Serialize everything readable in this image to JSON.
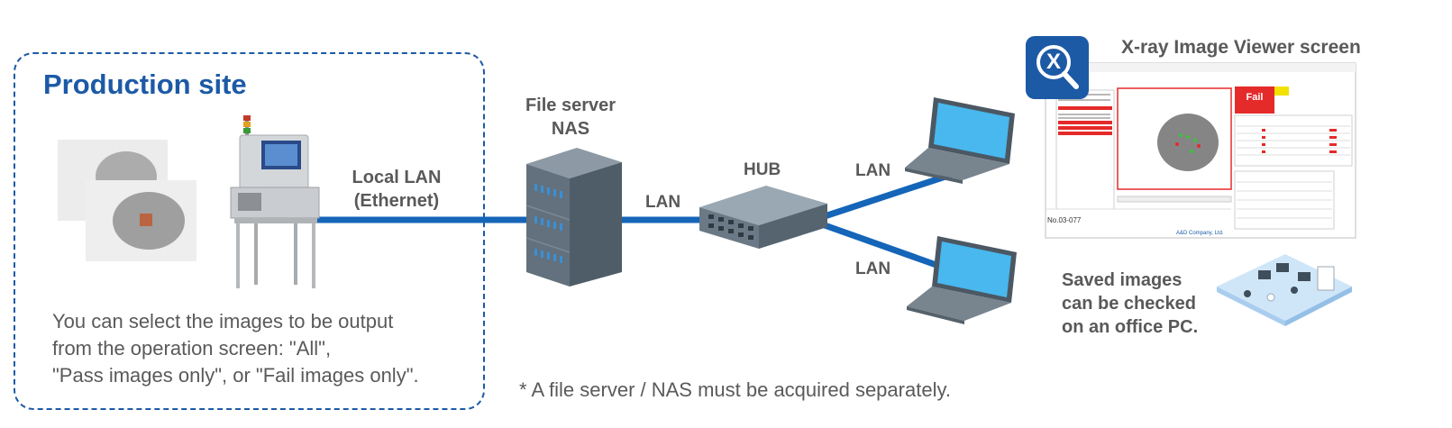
{
  "production_site": {
    "title": "Production site",
    "note": "You can select the images to be output\nfrom the operation screen: \"All\",\n\"Pass images only\", or \"Fail images only\"."
  },
  "links": {
    "local_lan": "Local LAN\n(Ethernet)",
    "lan_server_hub": "LAN",
    "lan_upper": "LAN",
    "lan_lower": "LAN"
  },
  "devices": {
    "file_server": "File server\nNAS",
    "hub": "HUB"
  },
  "viewer": {
    "title": "X-ray Image Viewer screen",
    "app_icon_letter": "X",
    "result_text": "Fail",
    "lot_number": "No.03-077",
    "company": "A&D Company, Ltd."
  },
  "office": {
    "note": "Saved images\ncan be checked\non an office PC."
  },
  "footnote": "* A file server / NAS must be acquired separately.",
  "colors": {
    "brand_blue": "#1c5aa6",
    "cable_blue": "#1565b8",
    "fail_red": "#e52a2a",
    "text_gray": "#595959"
  }
}
